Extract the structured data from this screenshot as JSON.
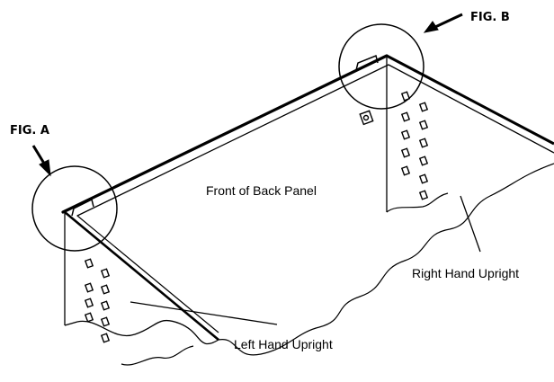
{
  "labels": {
    "fig_a": "FIG. A",
    "fig_b": "FIG. B",
    "front_of_back_panel": "Front of Back Panel",
    "right_hand_upright": "Right Hand Upright",
    "left_hand_upright": "Left Hand Upright"
  },
  "colors": {
    "line": "#000000",
    "background": "#ffffff"
  }
}
